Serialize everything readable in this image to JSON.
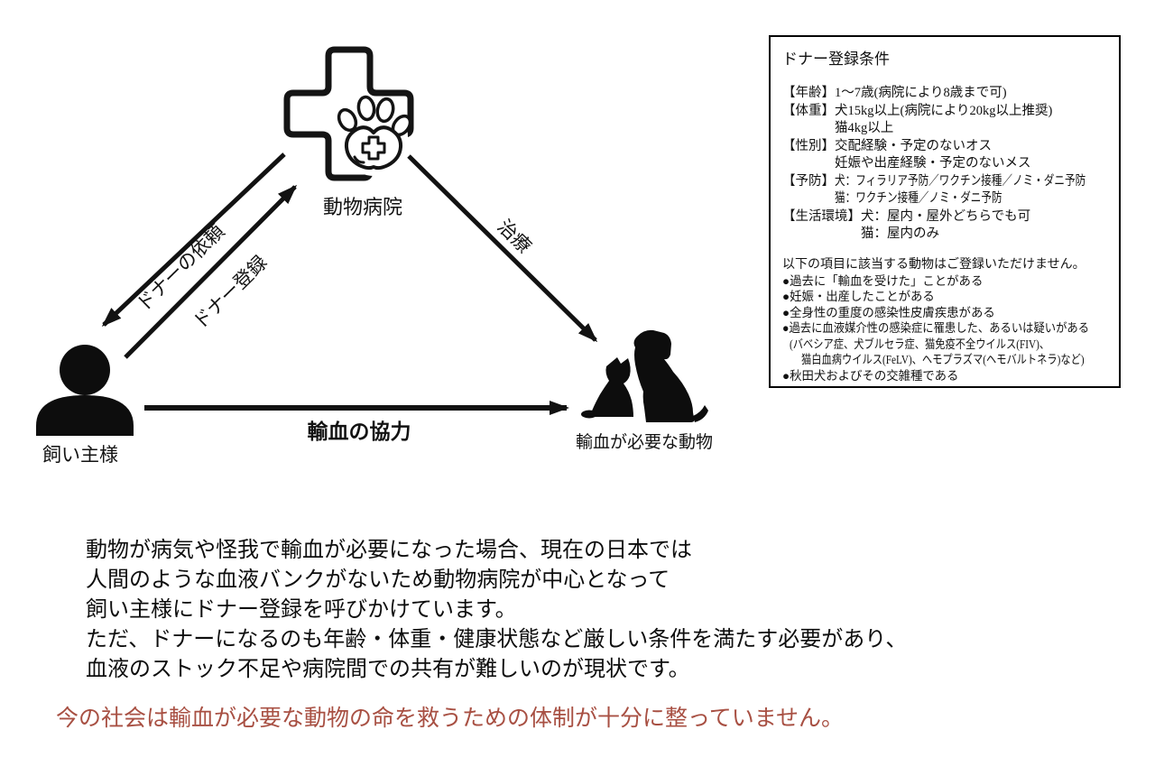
{
  "colors": {
    "ink": "#121212",
    "warning": "#a85043",
    "background": "#ffffff"
  },
  "icons": {
    "hospital": "animal-hospital-cross-paw-icon",
    "owner": "person-silhouette-icon",
    "animals": "cat-and-dog-silhouette-icon"
  },
  "diagram": {
    "nodes": {
      "hospital": "動物病院",
      "owner": "飼い主様",
      "animals": "輸血が必要な動物"
    },
    "arrows": {
      "donor_request": "ドナーの依頼",
      "donor_registration": "ドナー登録",
      "treatment": "治療",
      "transfusion_cooperation": "輸血の協力"
    }
  },
  "donor_box": {
    "title": "ドナー登録条件",
    "condition_lines": [
      {
        "label": "【年齢】",
        "text": "1～7歳(病院により8歳まで可)"
      },
      {
        "label": "【体重】",
        "text": "犬15kg以上(病院により20kg以上推奨)"
      },
      {
        "label": "",
        "text": "猫4kg以上"
      },
      {
        "label": "【性別】",
        "text": "交配経験・予定のないオス"
      },
      {
        "label": "",
        "text": "妊娠や出産経験・予定のないメス"
      },
      {
        "label": "【予防】",
        "text": "犬：フィラリア予防／ワクチン接種／ノミ・ダニ予防"
      },
      {
        "label": "",
        "text": "猫：ワクチン接種／ノミ・ダニ予防"
      },
      {
        "label": "【生活環境】",
        "text": "犬：屋内・屋外どちらでも可"
      },
      {
        "label": "",
        "text": "猫：屋内のみ"
      }
    ],
    "exclusion_intro": "以下の項目に該当する動物はご登録いただけません。",
    "exclusion_lines": [
      "●過去に「輸血を受けた」ことがある",
      "●妊娠・出産したことがある",
      "●全身性の重度の感染性皮膚疾患がある",
      "●過去に血液媒介性の感染症に罹患した、あるいは疑いがある",
      "(バベシア症、犬ブルセラ症、猫免疫不全ウイルス(FIV)、",
      "猫白血病ウイルス(FeLV)、ヘモプラズマ(ヘモバルトネラ)など)",
      "●秋田犬およびその交雑種である"
    ]
  },
  "paragraph_lines": [
    "動物が病気や怪我で輸血が必要になった場合、現在の日本では",
    "人間のような血液バンクがないため動物病院が中心となって",
    "飼い主様にドナー登録を呼びかけています。",
    "ただ、ドナーになるのも年齢・体重・健康状態など厳しい条件を満たす必要があり、",
    "血液のストック不足や病院間での共有が難しいのが現状です。"
  ],
  "warning": {
    "text": "今の社会は輸血が必要な動物の命を救うための体制が十分に整っていません。"
  }
}
